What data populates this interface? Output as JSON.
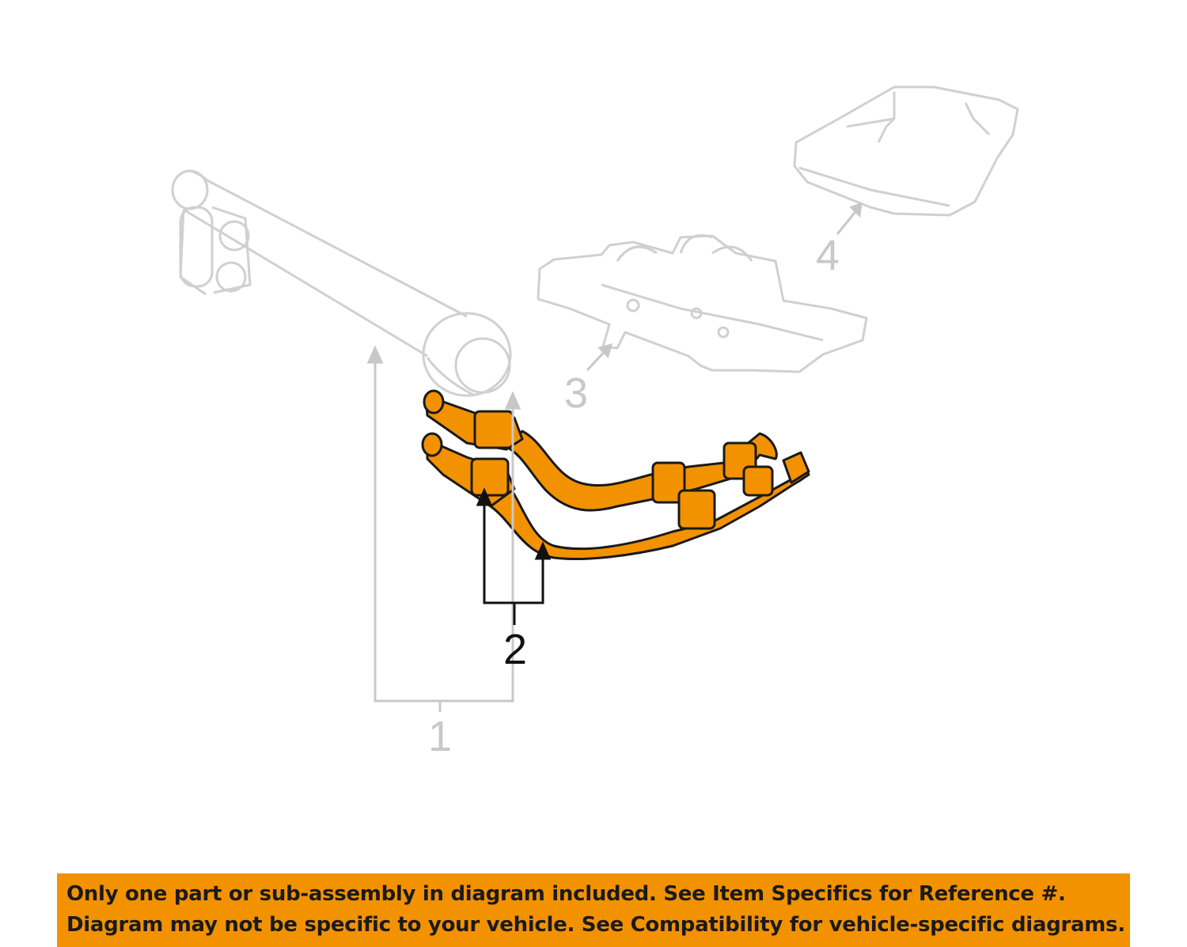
{
  "diagram": {
    "callouts": [
      {
        "id": "1",
        "label": "1",
        "highlighted": false
      },
      {
        "id": "2",
        "label": "2",
        "highlighted": true
      },
      {
        "id": "3",
        "label": "3",
        "highlighted": false
      },
      {
        "id": "4",
        "label": "4",
        "highlighted": false
      }
    ],
    "colors": {
      "highlight_fill": "#f39200",
      "outline": "#1a1a1a",
      "ghost_outline": "#d0d0d0",
      "ghost_label": "#c8c8c8"
    }
  },
  "notice": {
    "line1": "Only one part or sub-assembly in diagram included. See Item Specifics for Reference #.",
    "line2": "Diagram may not be specific to your vehicle. See Compatibility for vehicle-specific diagrams.",
    "background": "#f39200"
  }
}
